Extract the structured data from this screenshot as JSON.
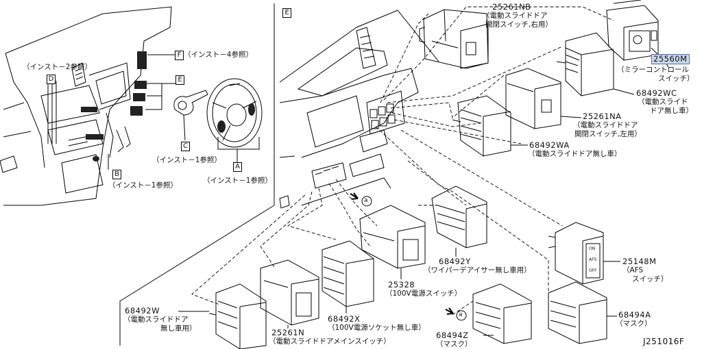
{
  "diagram_code": "J251016F",
  "section_key": "E",
  "left_refs": {
    "F": {
      "key": "F",
      "text": "（インスト－4参照）"
    },
    "E": {
      "key": "E"
    },
    "D": {
      "key": "D",
      "text": "（インスト－2参照）"
    },
    "C": {
      "key": "C",
      "text": "（インスト－1参照）"
    },
    "B": {
      "key": "B",
      "text": "（インスト－1参照）"
    },
    "A": {
      "key": "A",
      "text": "（インスト－1参照）"
    }
  },
  "parts": {
    "p25261NB": {
      "number": "25261NB",
      "desc1": "（電動スライドドア",
      "desc2": "開閉スイッチ,右用）"
    },
    "p25560M": {
      "number": "25560M",
      "desc1": "（ミラーコントロール",
      "desc2": "スイッチ）"
    },
    "p68492WC": {
      "number": "68492WC",
      "desc1": "（電動スライド",
      "desc2": "ドア無し車）"
    },
    "p25261NA": {
      "number": "25261NA",
      "desc1": "（電動スライドドア",
      "desc2": "開閉スイッチ,左用）"
    },
    "p68492WA": {
      "number": "68492WA",
      "desc1": "（電動スライドドア無し車）"
    },
    "p68492Y": {
      "number": "68492Y",
      "desc1": "（ワイパーデアイサー無し車用）"
    },
    "p25148M": {
      "number": "25148M",
      "desc1": "（AFS",
      "desc2": "スイッチ）"
    },
    "p25328": {
      "number": "25328",
      "desc1": "（100V電源スイッチ）"
    },
    "p68492X": {
      "number": "68492X",
      "desc1": "（100V電源ソケット無し車）"
    },
    "p68492W": {
      "number": "68492W",
      "desc1": "（電動スライドドア",
      "desc2": "無し車用）"
    },
    "p25261N": {
      "number": "25261N",
      "desc1": "（電動スライドドアメインスイッチ）"
    },
    "p68494Z": {
      "number": "68494Z",
      "desc1": "（マスク）"
    },
    "p68494A": {
      "number": "68494A",
      "desc1": "（マスク）"
    }
  },
  "callout_a": "a",
  "afs_switch_labels": [
    "ON",
    "AFS",
    "OFF"
  ]
}
